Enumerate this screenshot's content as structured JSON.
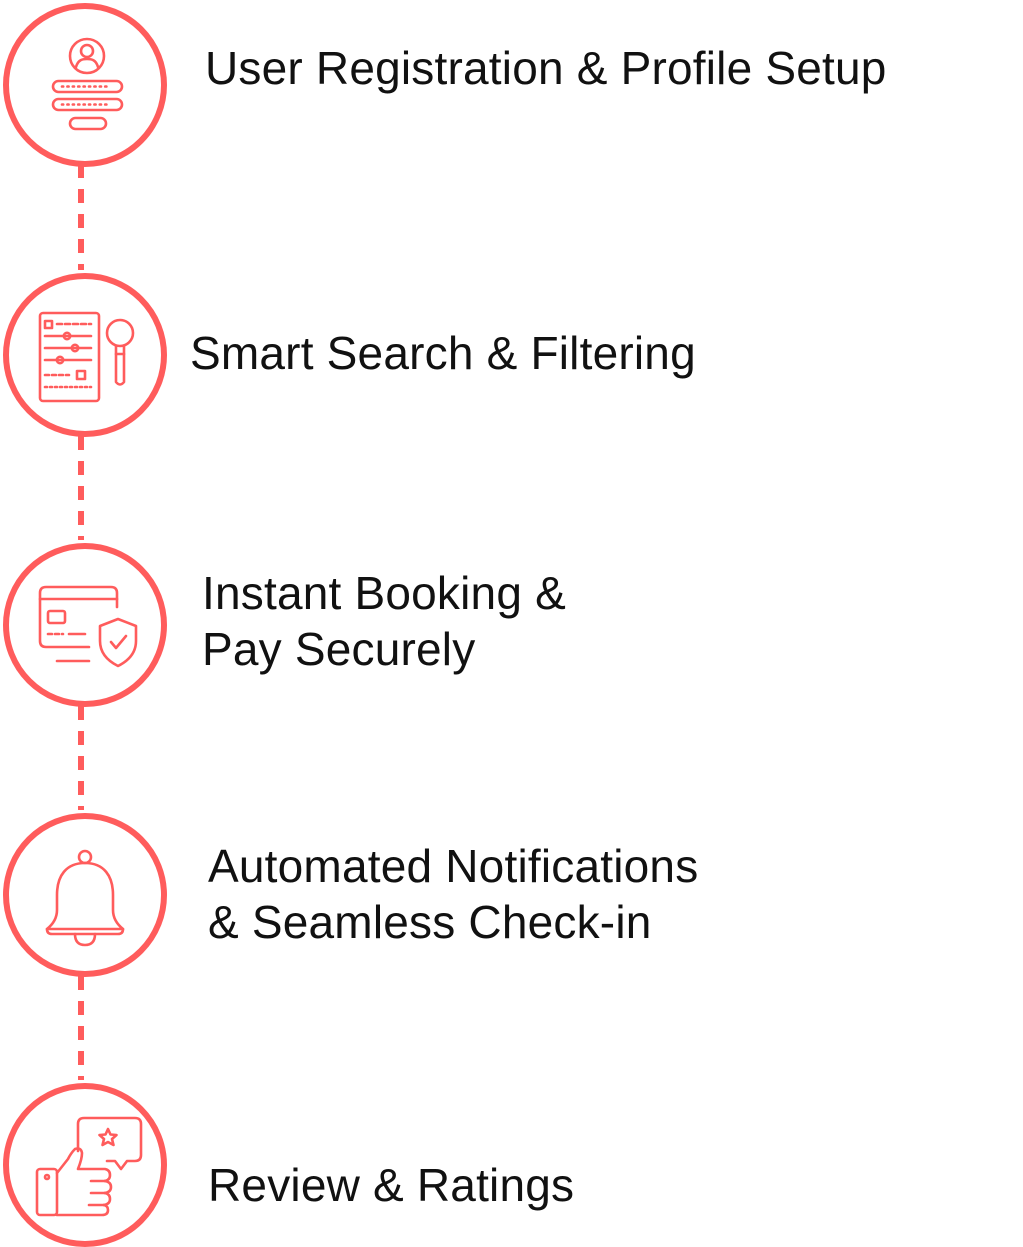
{
  "accent_color": "#ff5c5c",
  "text_color": "#111111",
  "steps": [
    {
      "icon": "user-profile-form-icon",
      "lines": [
        "User Registration & Profile Setup"
      ]
    },
    {
      "icon": "search-filter-list-icon",
      "lines": [
        "Smart Search & Filtering"
      ]
    },
    {
      "icon": "secure-payment-card-shield-icon",
      "lines": [
        "Instant Booking &",
        "Pay Securely"
      ]
    },
    {
      "icon": "notification-bell-icon",
      "lines": [
        "Automated Notifications",
        "& Seamless Check-in"
      ]
    },
    {
      "icon": "thumbs-up-review-star-icon",
      "lines": [
        "Review & Ratings"
      ]
    }
  ]
}
